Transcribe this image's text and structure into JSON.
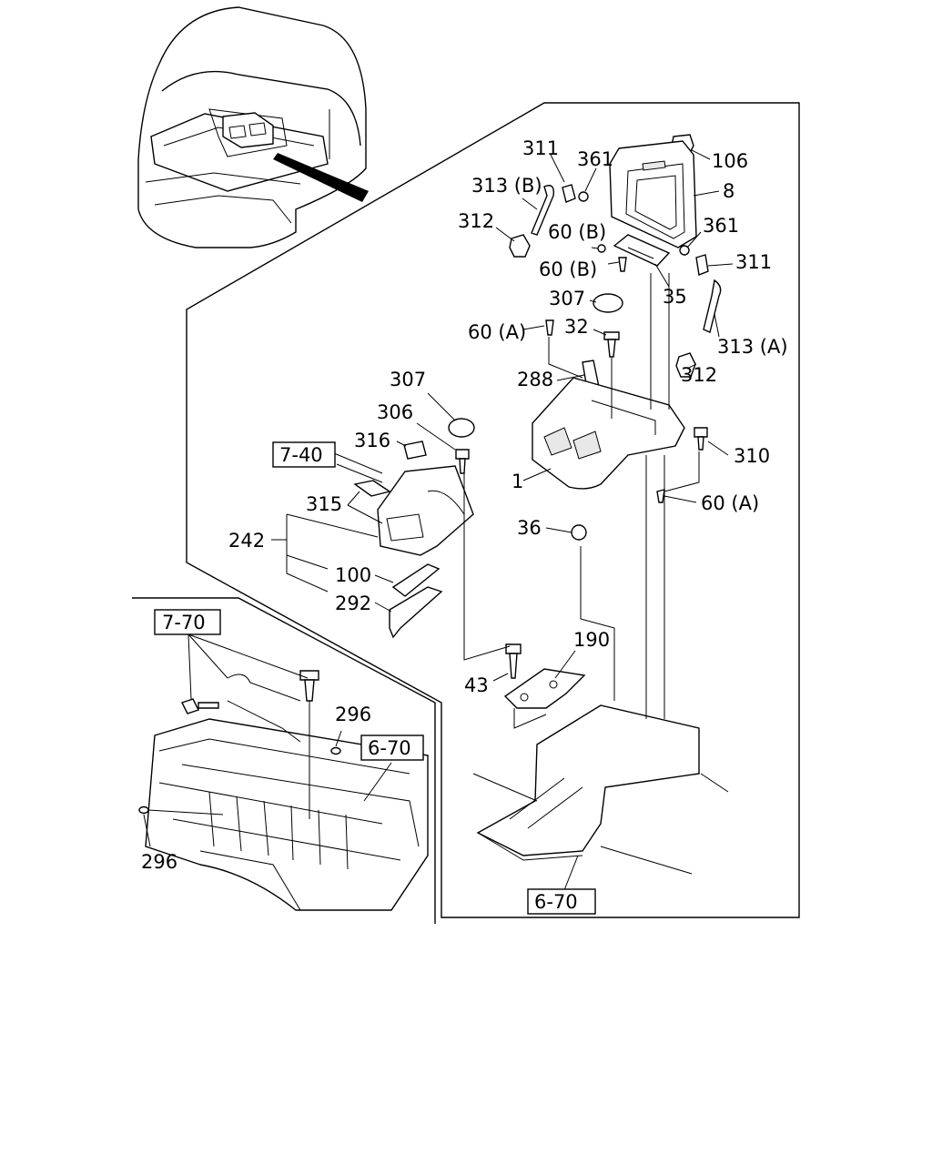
{
  "callouts": {
    "c106": "106",
    "c8": "8",
    "c311a": "311",
    "c361a": "361",
    "c313b": "313 (B)",
    "c312a": "312",
    "c60b1": "60 (B)",
    "c60b2": "60 (B)",
    "c361b": "361",
    "c311b": "311",
    "c35": "35",
    "c307a": "307",
    "c60a1": "60 (A)",
    "c32": "32",
    "c313a": "313 (A)",
    "c312b": "312",
    "c288": "288",
    "c307b": "307",
    "c306": "306",
    "c316": "316",
    "c310": "310",
    "c1": "1",
    "c60a2": "60 (A)",
    "c315": "315",
    "c242": "242",
    "c36": "36",
    "c100": "100",
    "c292": "292",
    "c190": "190",
    "c43": "43",
    "c296a": "296",
    "c296b": "296"
  },
  "refs": {
    "r740": "7-40",
    "r770": "7-70",
    "r670a": "6-70",
    "r670b": "6-70"
  }
}
